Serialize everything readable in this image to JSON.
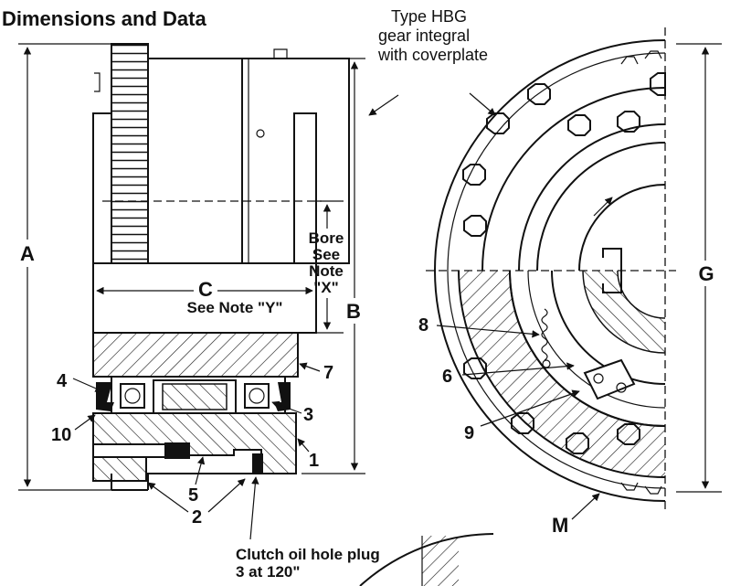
{
  "title": "Dimensions and Data",
  "callouts": {
    "gear_note": [
      "Type HBG",
      "gear integral",
      "with coverplate"
    ],
    "oil_plug": [
      "Clutch oil hole plug",
      "3 at 120\""
    ]
  },
  "dimensions": {
    "A": "A",
    "B": "B",
    "C": "C",
    "G": "G",
    "M": "M",
    "bore_note": [
      "Bore",
      "See",
      "Note",
      "\"X\""
    ],
    "c_note": "See Note \"Y\""
  },
  "part_numbers": {
    "p1": "1",
    "p2": "2",
    "p3": "3",
    "p4": "4",
    "p5": "5",
    "p6": "6",
    "p7": "7",
    "p8": "8",
    "p9": "9",
    "p10": "10"
  }
}
